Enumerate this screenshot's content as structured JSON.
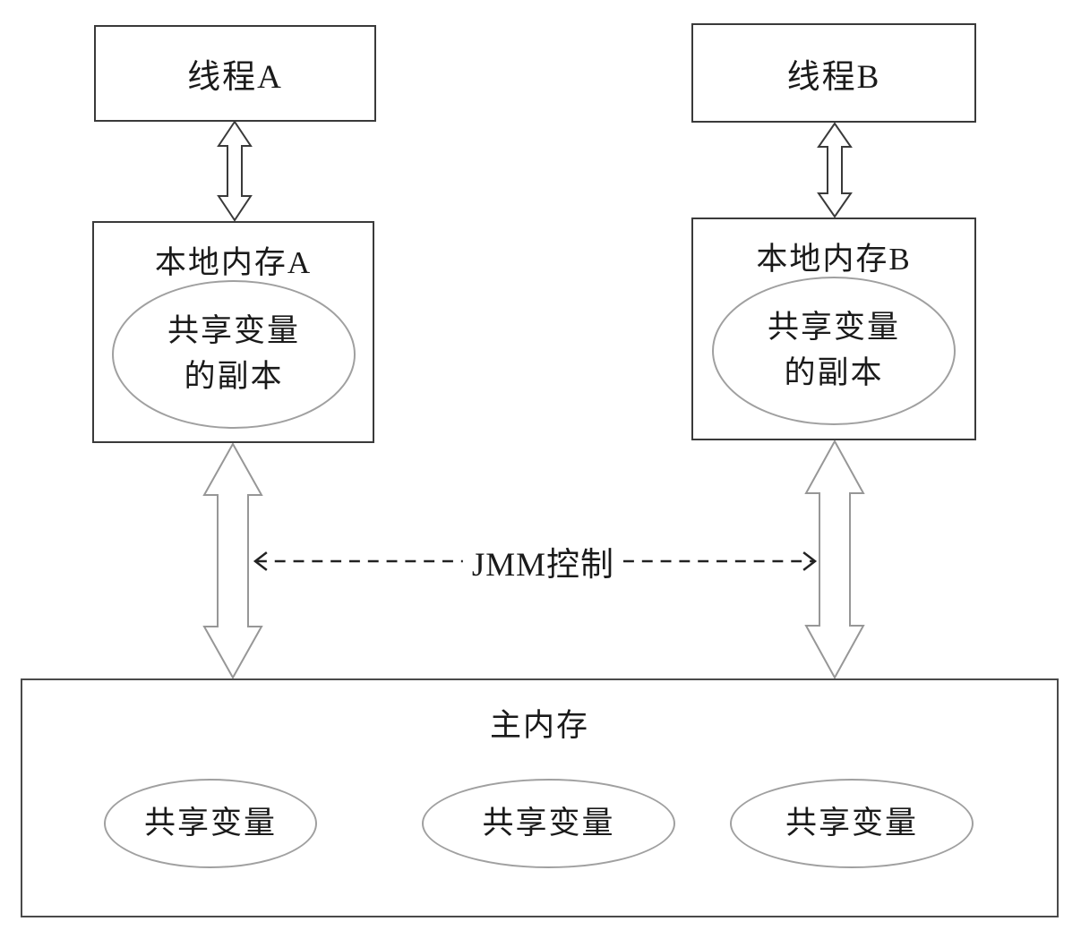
{
  "diagram": {
    "title_semantic": "java-memory-model",
    "thread_a": {
      "label": "线程A"
    },
    "thread_b": {
      "label": "线程B"
    },
    "local_memory_a": {
      "title": "本地内存A",
      "ellipse_line1": "共享变量",
      "ellipse_line2": "的副本"
    },
    "local_memory_b": {
      "title": "本地内存B",
      "ellipse_line1": "共享变量",
      "ellipse_line2": "的副本"
    },
    "jmm_control_label": "JMM控制",
    "main_memory": {
      "title": "主内存",
      "shared_vars": [
        "共享变量",
        "共享变量",
        "共享变量"
      ]
    },
    "colors": {
      "background": "#ffffff",
      "box_border": "#3a3a3a",
      "ellipse_border": "#a0a0a0",
      "small_arrow_outline": "#3a3a3a",
      "large_arrow_outline": "#979797",
      "dashed_arrow": "#222222",
      "text": "#1a1a1a"
    }
  }
}
